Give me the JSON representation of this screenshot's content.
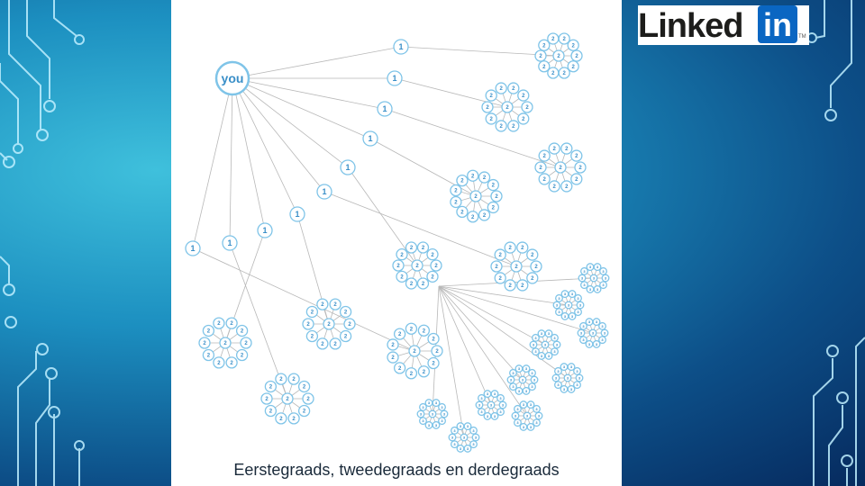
{
  "caption": "Eerstegraads, tweedegraads en derdegraads",
  "logo": {
    "word": "Linked",
    "box": "in",
    "tm": "TM"
  },
  "diagram": {
    "root_label": "you",
    "first_label": "1st",
    "second_label": "2nd",
    "third_label": "3rd"
  },
  "colors": {
    "node_stroke": "#7fc4e8",
    "node_text": "#3a8fc8",
    "edge": "#b8b8b8",
    "brand": "#0a66c2"
  }
}
